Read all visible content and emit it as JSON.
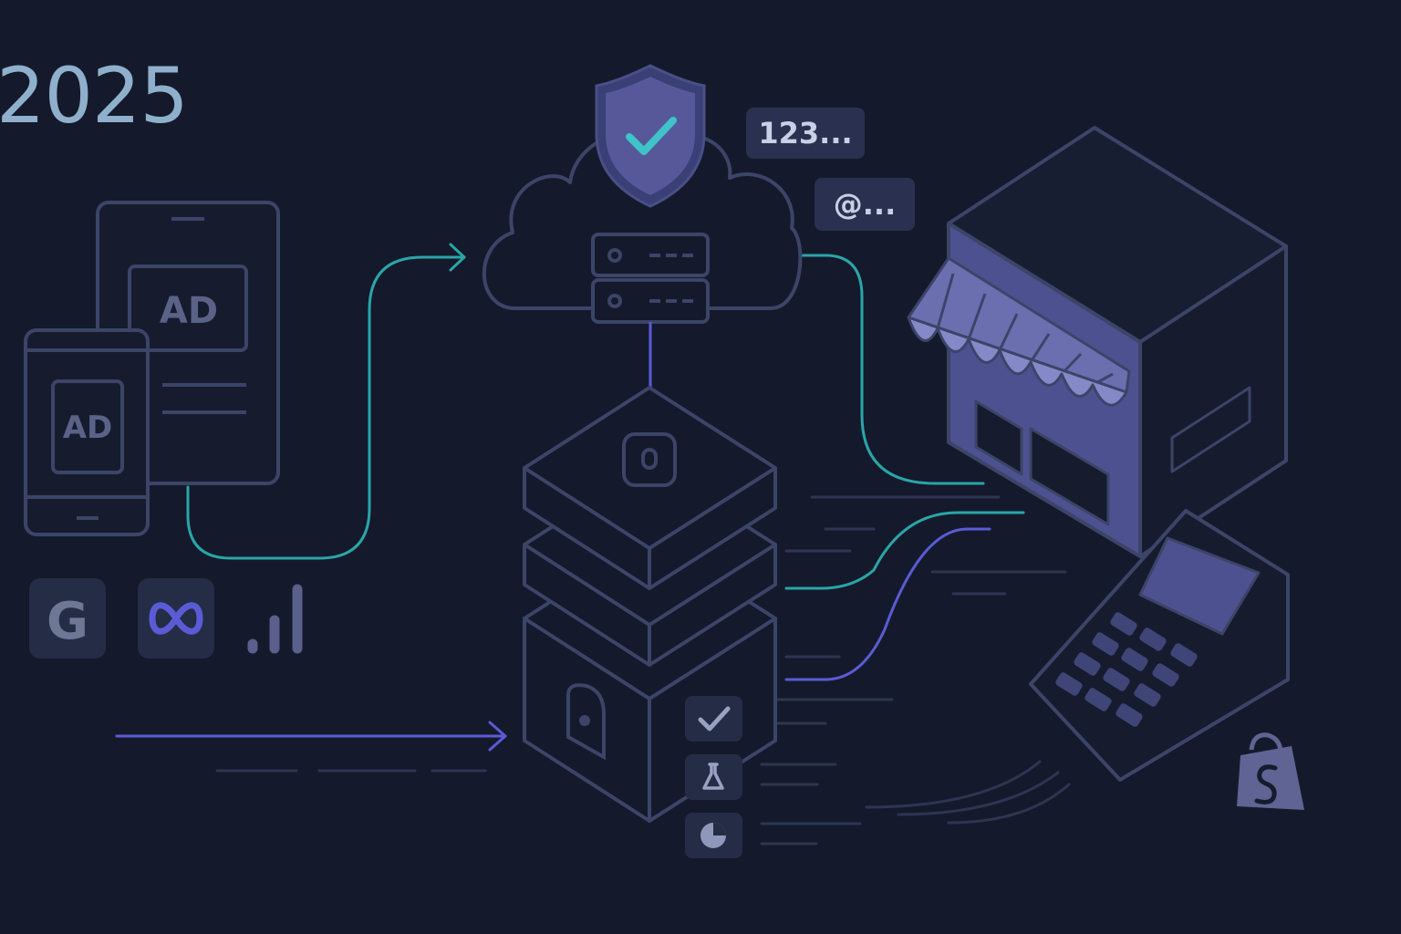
{
  "header": {
    "year": "2025"
  },
  "cloud": {
    "tags": {
      "number": "123...",
      "email": "@..."
    }
  },
  "devices": {
    "tablet_ad": "AD",
    "phone_ad": "AD"
  },
  "ad_platforms": {
    "google_letter": "G",
    "icons": [
      "google-icon",
      "meta-icon",
      "analytics-icon"
    ]
  },
  "feature_icons": [
    "check-icon",
    "flask-icon",
    "pie-chart-icon"
  ],
  "colors": {
    "background": "#141a2b",
    "line": "#3c4468",
    "teal": "#2aa5a8",
    "purple": "#5b5bd6",
    "accent_fill": "#56589a"
  }
}
